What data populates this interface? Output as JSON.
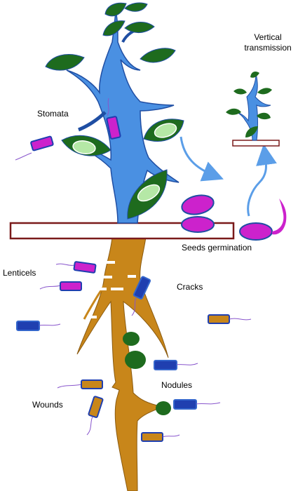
{
  "labels": {
    "stomata": "Stomata",
    "vertical_transmission_line1": "Vertical",
    "vertical_transmission_line2": "transmission",
    "seeds_germination": "Seeds germination",
    "lenticels": "Lenticels",
    "cracks": "Cracks",
    "nodules": "Nodules",
    "wounds": "Wounds"
  },
  "colors": {
    "stem_blue": "#4a90e2",
    "stem_outline": "#1f4ea3",
    "leaf_green": "#1e6b1e",
    "leaf_spot": "#b5e8a6",
    "seed_magenta": "#cc22cc",
    "seed_outline": "#1f4ea3",
    "soil_line": "#7a1a1a",
    "root_brown": "#c8861a",
    "bacteria_blue": "#1f3fb0",
    "bacteria_orange": "#c8861a",
    "bacteria_magenta": "#cc22cc",
    "arrow_blue": "#5b9ee8",
    "nodule_green": "#1e6b1e"
  }
}
